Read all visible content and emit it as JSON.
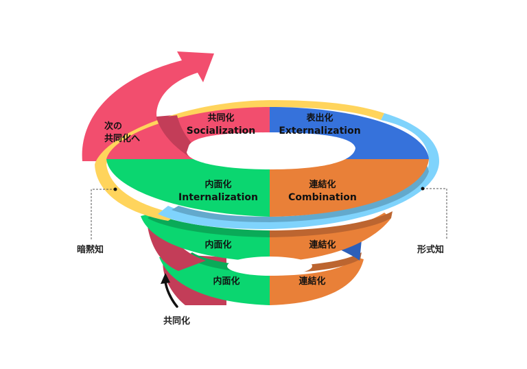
{
  "colors": {
    "socialization": "#f24e6e",
    "socialization_dark": "#c33d58",
    "externalization": "#3672db",
    "externalization_dark": "#2c5fb9",
    "combination": "#e98038",
    "combination_dark": "#bc6530",
    "internalization": "#0bd670",
    "internalization_dark": "#0aaa58",
    "tacit_band": "#ffd45c",
    "explicit_band": "#7fd3fc",
    "explicit_band_dark": "#63a9cc",
    "guide_line": "#555555"
  },
  "quadrants": {
    "socialization": {
      "jp": "共同化",
      "en": "Socialization"
    },
    "externalization": {
      "jp": "表出化",
      "en": "Externalization"
    },
    "internalization": {
      "jp": "内面化",
      "en": "Internalization"
    },
    "combination": {
      "jp": "連結化",
      "en": "Combination"
    }
  },
  "lower_layers": [
    {
      "internalization": "内面化",
      "combination": "連結化"
    },
    {
      "internalization": "内面化",
      "combination": "連結化"
    }
  ],
  "next_cycle": {
    "line1": "次の",
    "line2": "共同化へ"
  },
  "bottom_start": "共同化",
  "side_labels": {
    "tacit": "暗黙知",
    "explicit": "形式知"
  },
  "icons": {
    "up_arrow": "spiral-arrow-icon",
    "start_arrow": "curved-arrow-icon"
  }
}
